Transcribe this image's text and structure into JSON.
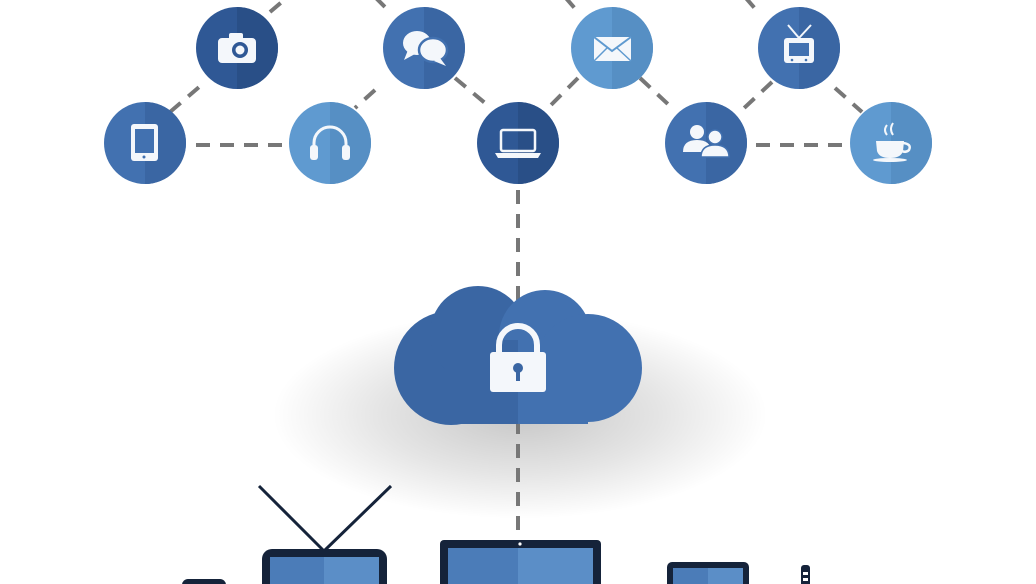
{
  "colors": {
    "dark": "#2f5895",
    "mid": "#4271b0",
    "light": "#5f9ad0",
    "icon": "#f4f7fb",
    "dash": "#777777",
    "device_frame": "#15233a",
    "device_screen": "#5b8ec7"
  },
  "nodes": [
    {
      "name": "tablet",
      "icon": "tablet-icon",
      "shade": "mid"
    },
    {
      "name": "camera",
      "icon": "camera-icon",
      "shade": "dark"
    },
    {
      "name": "headphones",
      "icon": "headphones-icon",
      "shade": "light"
    },
    {
      "name": "chat",
      "icon": "chat-bubbles-icon",
      "shade": "mid"
    },
    {
      "name": "laptop",
      "icon": "laptop-icon",
      "shade": "dark"
    },
    {
      "name": "mail",
      "icon": "envelope-icon",
      "shade": "light"
    },
    {
      "name": "users",
      "icon": "users-icon",
      "shade": "mid"
    },
    {
      "name": "tv",
      "icon": "tv-icon",
      "shade": "mid"
    },
    {
      "name": "coffee",
      "icon": "coffee-cup-icon",
      "shade": "light"
    }
  ],
  "cloud": {
    "icon": "lock-icon"
  },
  "devices": [
    "phone",
    "television",
    "monitor",
    "tablet",
    "router"
  ]
}
